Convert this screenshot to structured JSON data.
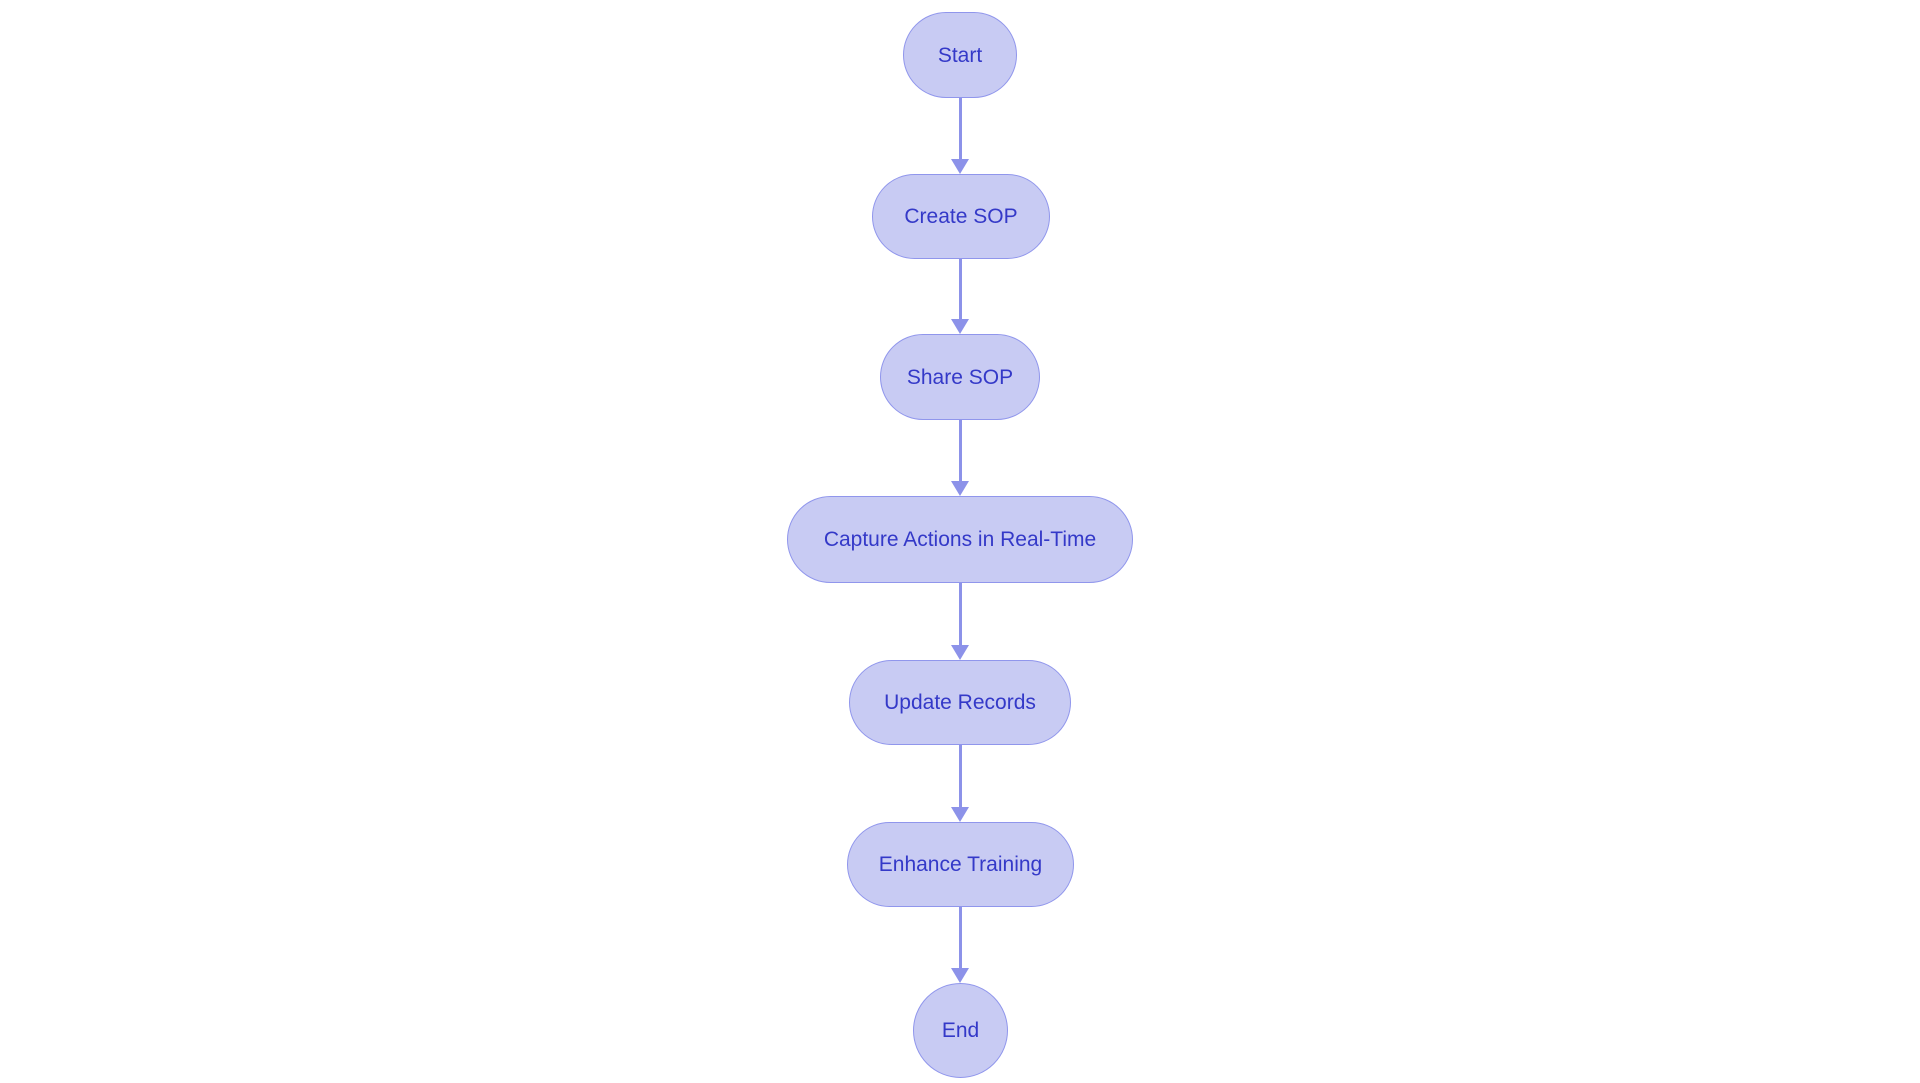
{
  "diagram": {
    "type": "flowchart",
    "direction": "top-down",
    "background_color": "#ffffff",
    "colors": {
      "node_fill": "#c8cbf3",
      "node_border": "#9096ec",
      "arrow": "#8c92e9",
      "label_text": "#3439c8"
    },
    "nodes": [
      {
        "id": "start",
        "label": "Start",
        "shape": "stadium"
      },
      {
        "id": "create-sop",
        "label": "Create SOP",
        "shape": "stadium"
      },
      {
        "id": "share-sop",
        "label": "Share SOP",
        "shape": "stadium"
      },
      {
        "id": "capture-actions",
        "label": "Capture Actions in Real-Time",
        "shape": "stadium"
      },
      {
        "id": "update-records",
        "label": "Update Records",
        "shape": "stadium"
      },
      {
        "id": "enhance-training",
        "label": "Enhance Training",
        "shape": "stadium"
      },
      {
        "id": "end",
        "label": "End",
        "shape": "circle"
      }
    ],
    "edges": [
      {
        "from": "Start",
        "to": "Create SOP"
      },
      {
        "from": "Create SOP",
        "to": "Share SOP"
      },
      {
        "from": "Share SOP",
        "to": "Capture Actions in Real-Time"
      },
      {
        "from": "Capture Actions in Real-Time",
        "to": "Update Records"
      },
      {
        "from": "Update Records",
        "to": "Enhance Training"
      },
      {
        "from": "Enhance Training",
        "to": "End"
      }
    ]
  }
}
